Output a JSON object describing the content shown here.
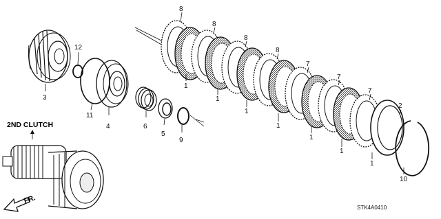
{
  "diagram": {
    "section_title": "2ND CLUTCH",
    "drawing_code": "STK4A0410",
    "direction_label": "FR.",
    "callouts": {
      "c3": "3",
      "c12": "12",
      "c11": "11",
      "c4": "4",
      "c6": "6",
      "c5": "5",
      "c9": "9",
      "c8a": "8",
      "c8b": "8",
      "c8c": "8",
      "c8d": "8",
      "c7a": "7",
      "c7b": "7",
      "c7c": "7",
      "c1a": "1",
      "c1b": "1",
      "c1c": "1",
      "c1d": "1",
      "c1e": "1",
      "c1f": "1",
      "c2": "2",
      "c10": "10"
    }
  }
}
